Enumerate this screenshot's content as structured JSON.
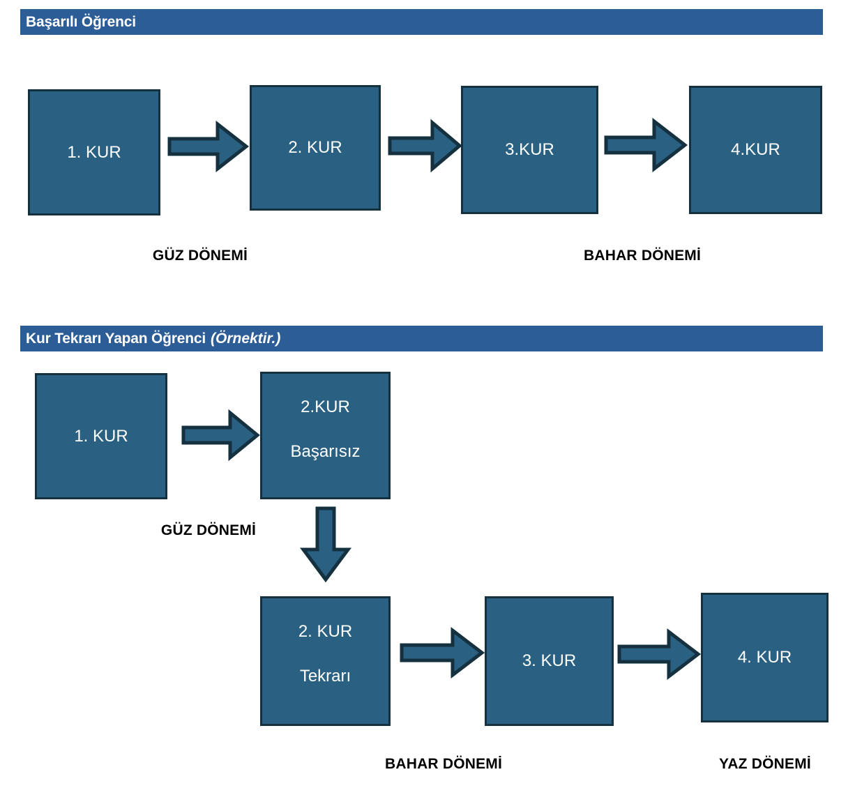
{
  "page": {
    "background": "#ffffff",
    "box_fill": "#2a6081",
    "box_border": "#15313f",
    "header_bar_color": "#2d5d96",
    "header_text_color": "#ffffff",
    "label_color": "#000000"
  },
  "sections": [
    {
      "id": "basarili",
      "title": "Başarılı Öğrenci",
      "title_note": "",
      "boxes": [
        {
          "name": "kur-1",
          "line1": "1. KUR",
          "line2": ""
        },
        {
          "name": "kur-2",
          "line1": "2. KUR",
          "line2": ""
        },
        {
          "name": "kur-3",
          "line1": "3.KUR",
          "line2": ""
        },
        {
          "name": "kur-4",
          "line1": "4.KUR",
          "line2": ""
        }
      ],
      "arrows": [
        "right",
        "right",
        "right"
      ],
      "terms": [
        "GÜZ DÖNEMİ",
        "BAHAR DÖNEMİ"
      ]
    },
    {
      "id": "kur-tekrari",
      "title": "Kur Tekrarı Yapan Öğrenci",
      "title_note": "(Örnektir.)",
      "boxes": [
        {
          "name": "kur-1",
          "line1": "1. KUR",
          "line2": ""
        },
        {
          "name": "kur-2-basarisiz",
          "line1": "2.KUR",
          "line2": "Başarısız"
        },
        {
          "name": "kur-2-tekrari",
          "line1": "2. KUR",
          "line2": "Tekrarı"
        },
        {
          "name": "kur-3",
          "line1": "3. KUR",
          "line2": ""
        },
        {
          "name": "kur-4",
          "line1": "4. KUR",
          "line2": ""
        }
      ],
      "arrows": [
        "right",
        "down",
        "right",
        "right"
      ],
      "terms": [
        "GÜZ DÖNEMİ",
        "BAHAR DÖNEMİ",
        "YAZ DÖNEMİ"
      ]
    }
  ]
}
